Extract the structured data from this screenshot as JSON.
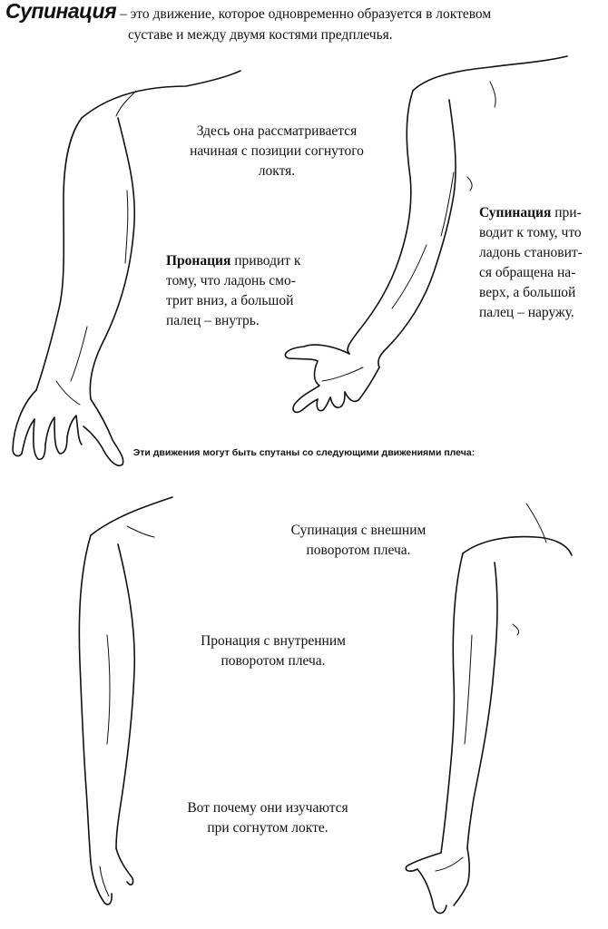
{
  "header": {
    "title_word": "Супинация",
    "title_rest": " – это движение, которое одновременно образуется в локтевом",
    "title_line2": "суставе и между двумя костями предплечья."
  },
  "top_center_caption": {
    "line1": "Здесь она рассматривается",
    "line2": "начиная с позиции согнутого",
    "line3": "локтя."
  },
  "pronation_caption": {
    "term": "Пронация",
    "line1_rest": " приводит к",
    "line2": "тому, что ладонь смо-",
    "line3": "трит вниз, а большой",
    "line4": "палец – внутрь."
  },
  "supination_caption": {
    "term": "Супинация",
    "line1_rest": " при-",
    "line2": "водит к тому, что",
    "line3": "ладонь становит-",
    "line4": "ся обращена на-",
    "line5": "верх, а большой",
    "line6": "палец – наружу."
  },
  "divider_note": "Эти движения могут быть спутаны со следующими движениями плеча:",
  "bottom_right_caption": {
    "line1": "Супинация с внешним",
    "line2": "поворотом плеча."
  },
  "bottom_middle_caption": {
    "line1": "Пронация с внутренним",
    "line2": "поворотом плеча."
  },
  "bottom_final_caption": {
    "line1": "Вот почему они изучаются",
    "line2": "при согнутом локте."
  }
}
